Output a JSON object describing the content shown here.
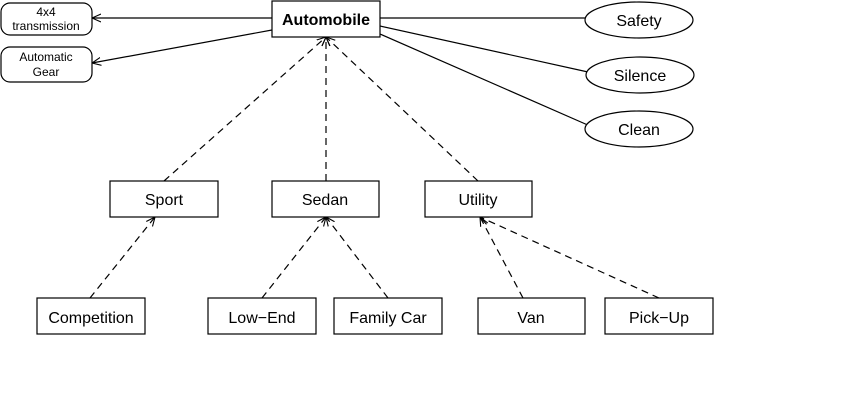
{
  "nodes": {
    "automobile": "Automobile",
    "transmission_line1": "4x4",
    "transmission_line2": "transmission",
    "gear_line1": "Automatic",
    "gear_line2": "Gear",
    "safety": "Safety",
    "silence": "Silence",
    "clean": "Clean",
    "sport": "Sport",
    "sedan": "Sedan",
    "utility": "Utility",
    "competition": "Competition",
    "low_end": "Low−End",
    "family_car": "Family Car",
    "van": "Van",
    "pick_up": "Pick−Up"
  }
}
